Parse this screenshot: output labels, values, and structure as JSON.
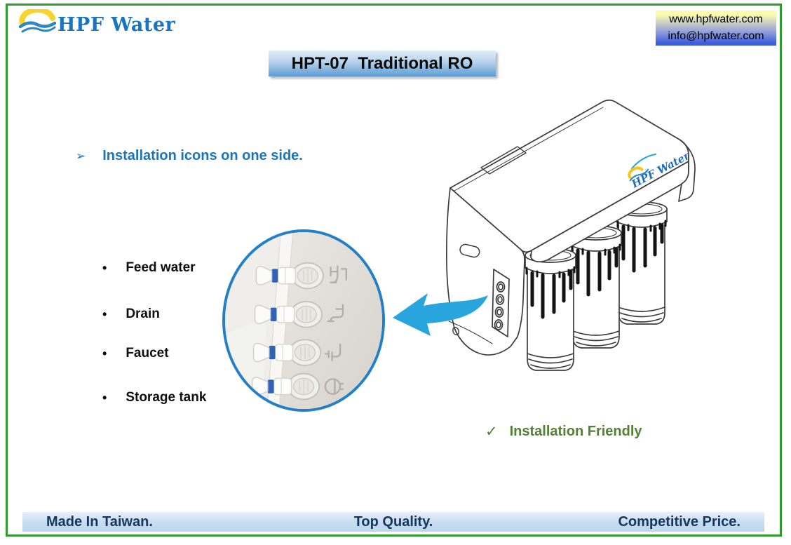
{
  "page": {
    "border_color": "#2E9B2E"
  },
  "header": {
    "logo_text": "HPF Water",
    "contact_lines": {
      "line1": "www.hpfwater.com",
      "line2": "info@hpfwater.com"
    },
    "title": "HPT-07  Traditional RO"
  },
  "main": {
    "heading": {
      "bullet": "➢",
      "text": "Installation icons on one side."
    },
    "bullet_char": "•",
    "labels": [
      {
        "text": "Feed water"
      },
      {
        "text": "Drain"
      },
      {
        "text": "Faucet"
      },
      {
        "text": "Storage tank"
      }
    ],
    "product": {
      "logo_text": "HPF Water"
    },
    "feature": {
      "check": "✓",
      "text": "Installation Friendly"
    },
    "colors": {
      "accent_blue": "#1B75BD",
      "feature_green": "#538135",
      "arrow_cyan": "#29A5DE",
      "circle_ring": "#2380C8",
      "clip_blue": "#2F63B8",
      "footer_navy": "#17365D"
    }
  },
  "footer": {
    "items": [
      "Made In Taiwan.",
      "Top Quality.",
      "Competitive Price."
    ]
  }
}
